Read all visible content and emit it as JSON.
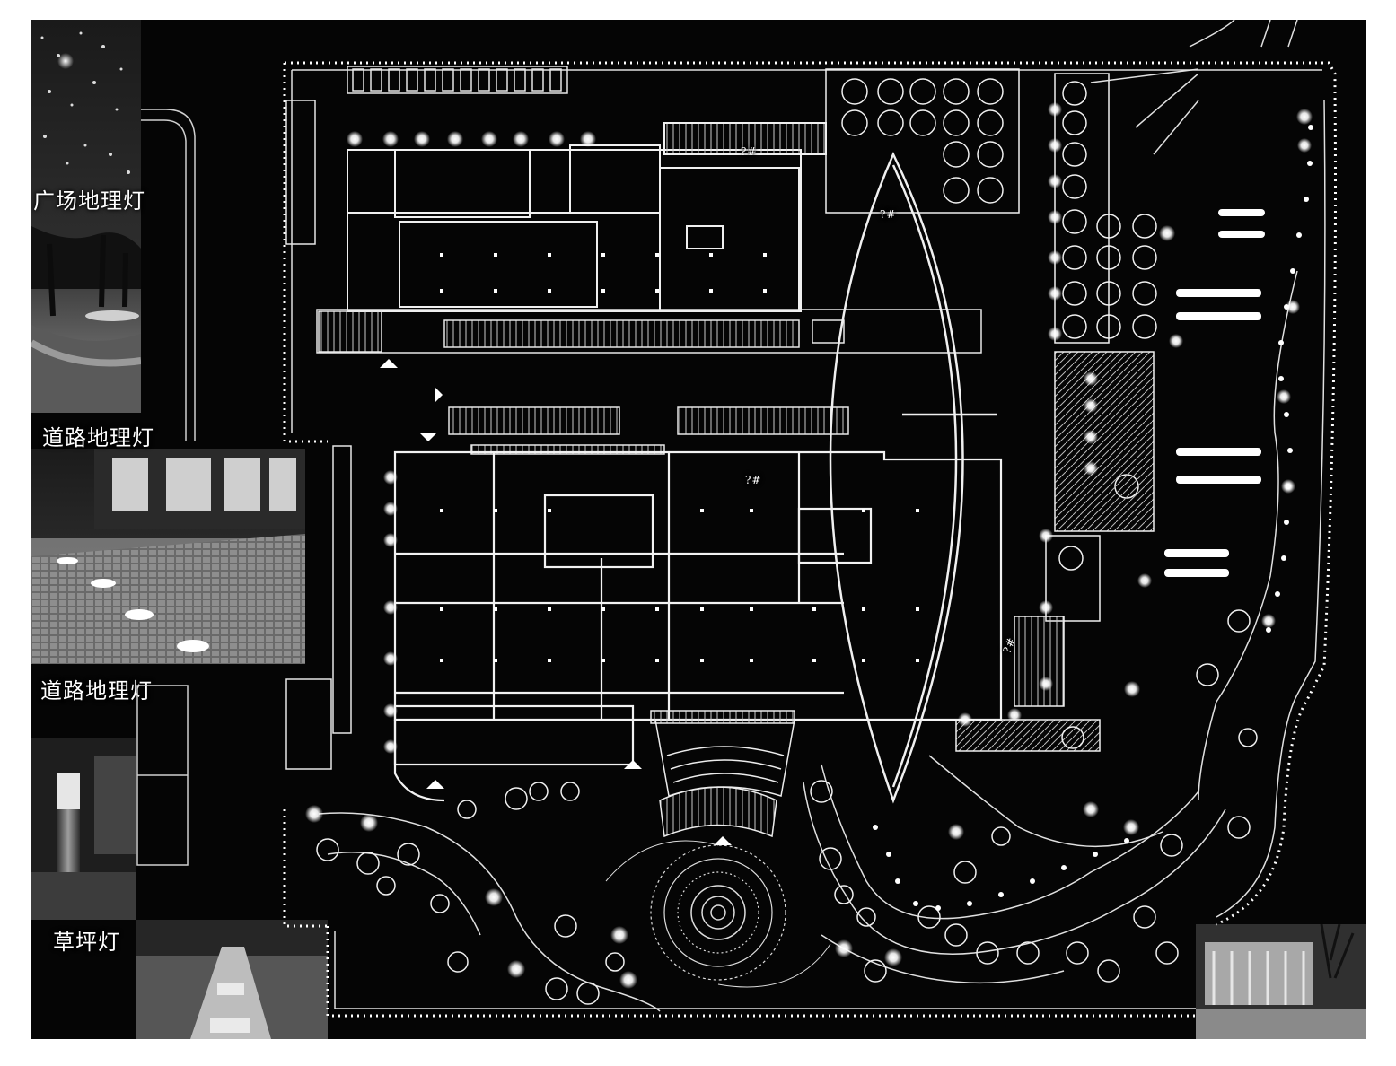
{
  "legend": {
    "plaza_ground_light": "广场地理灯",
    "road_ground_light_1": "道路地理灯",
    "road_ground_light_2": "道路地理灯",
    "lawn_light": "草坪灯"
  },
  "plan_marks": {
    "mark_1": "?#",
    "mark_2": "?#",
    "mark_3": "?#",
    "mark_4": "?#"
  },
  "colors": {
    "background": "#050505",
    "linework": "#e8e8e8",
    "light_glow": "#ffffff",
    "page": "#ffffff"
  }
}
